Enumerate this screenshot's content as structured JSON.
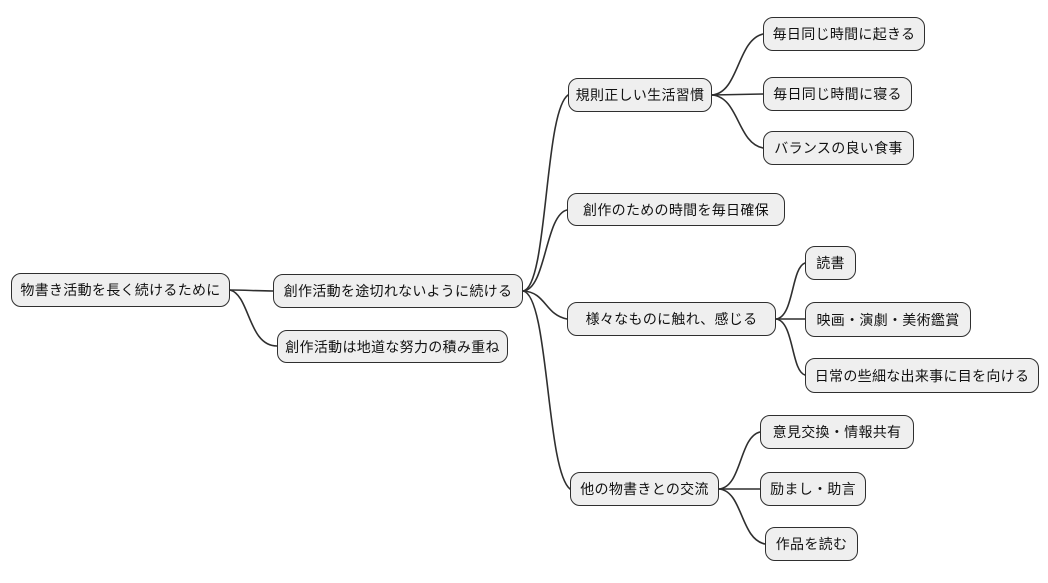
{
  "diagram": {
    "type": "mindmap",
    "orientation": "left-to-right",
    "colors": {
      "background": "#ffffff",
      "node_fill": "#efefef",
      "node_border": "#2f2f2f",
      "connector": "#2f2f2f",
      "text": "#111111"
    },
    "tree": {
      "label": "物書き活動を長く続けるために",
      "children": [
        {
          "label": "創作活動を途切れないように続ける",
          "children": [
            {
              "label": "規則正しい生活習慣",
              "children": [
                {
                  "label": "毎日同じ時間に起きる"
                },
                {
                  "label": "毎日同じ時間に寝る"
                },
                {
                  "label": "バランスの良い食事"
                }
              ]
            },
            {
              "label": "創作のための時間を毎日確保",
              "children": []
            },
            {
              "label": "様々なものに触れ、感じる",
              "children": [
                {
                  "label": "読書"
                },
                {
                  "label": "映画・演劇・美術鑑賞"
                },
                {
                  "label": "日常の些細な出来事に目を向ける"
                }
              ]
            },
            {
              "label": "他の物書きとの交流",
              "children": [
                {
                  "label": "意見交換・情報共有"
                },
                {
                  "label": "励まし・助言"
                },
                {
                  "label": "作品を読む"
                }
              ]
            }
          ]
        },
        {
          "label": "創作活動は地道な努力の積み重ね",
          "children": []
        }
      ]
    }
  }
}
